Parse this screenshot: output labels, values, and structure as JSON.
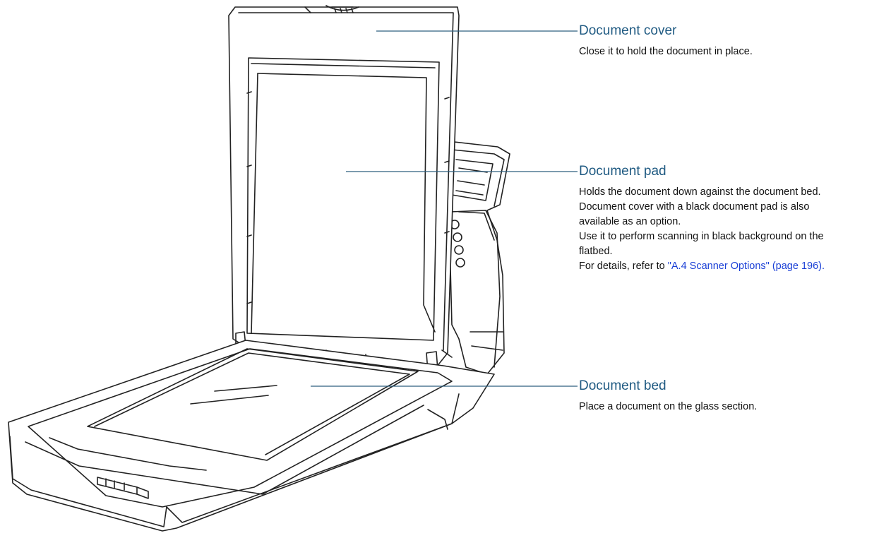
{
  "callouts": {
    "cover": {
      "title": "Document cover",
      "lines": [
        "Close it to hold the document in place."
      ]
    },
    "pad": {
      "title": "Document pad",
      "lines": [
        "Holds the document down against the document bed.",
        "Document cover with a black document pad is also",
        "available as an option.",
        "Use it to perform scanning in black background on the",
        "flatbed."
      ],
      "reference_prefix": "For details, refer to ",
      "reference_link": "\"A.4 Scanner Options\" (page 196)",
      "reference_suffix": "."
    },
    "bed": {
      "title": "Document bed",
      "lines": [
        "Place a document on the glass section."
      ]
    }
  },
  "colors": {
    "leader_line": "#2d5f7f",
    "title_text": "#1f5a82",
    "link_text": "#1a3fd6",
    "outline": "#222222"
  }
}
